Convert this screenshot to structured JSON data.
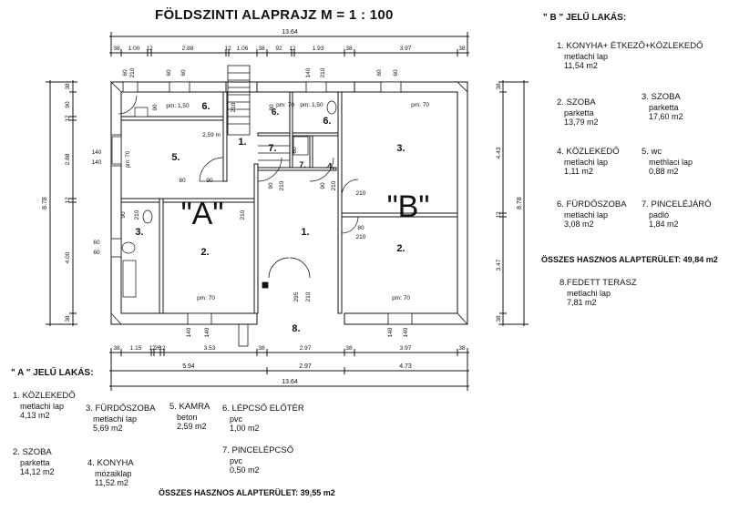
{
  "title": "FÖLDSZINTI ALAPRAJZ M = 1 : 100",
  "apt_a": {
    "heading": "\" A \" JELŰ LAKÁS:",
    "rooms": [
      {
        "name": "1. KÖZLEKEDŐ",
        "floor": "metlachi lap",
        "area": "4,13 m2"
      },
      {
        "name": "2. SZOBA",
        "floor": "parketta",
        "area": "14,12 m2"
      },
      {
        "name": "3. FÜRDŐSZOBA",
        "floor": "metlachi lap",
        "area": "5,69 m2"
      },
      {
        "name": "4. KONYHA",
        "floor": "mózaiklap",
        "area": "11,52 m2"
      },
      {
        "name": "5. KAMRA",
        "floor": "beton",
        "area": "2,59 m2"
      },
      {
        "name": "6. LÉPCSŐ ELŐTÉR",
        "floor": "pvc",
        "area": "1,00 m2"
      },
      {
        "name": "7. PINCELÉPCSŐ",
        "floor": "pvc",
        "area": "0,50 m2"
      }
    ],
    "total": "ÖSSZES HASZNOS ALAPTERÜLET: 39,55 m2"
  },
  "apt_b": {
    "heading": "\" B \" JELŰ LAKÁS:",
    "rooms": [
      {
        "name": "1. KONYHA+ ÉTKEZŐ+KÖZLEKEDŐ",
        "floor": "metlachi lap",
        "area": "11,54 m2"
      },
      {
        "name": "2. SZOBA",
        "floor": "parketta",
        "area": "13,79 m2"
      },
      {
        "name": "3. SZOBA",
        "floor": "parketta",
        "area": "17,60 m2"
      },
      {
        "name": "4. KÖZLEKEDŐ",
        "floor": "metlachi lap",
        "area": "1,11 m2"
      },
      {
        "name": "5. wc",
        "floor": "methlaci lap",
        "area": "0,88 m2"
      },
      {
        "name": "6. FÜRDŐSZOBA",
        "floor": "metlachi lap",
        "area": "3,08 m2"
      },
      {
        "name": "7. PINCELÉJÁRÓ",
        "floor": "padló",
        "area": "1,84 m2"
      }
    ],
    "total": "ÖSSZES HASZNOS ALAPTERÜLET: 49,84 m2",
    "terrace": {
      "name": "8.FEDETT TERASZ",
      "floor": "metlachi lap",
      "area": "7,81 m2"
    }
  },
  "plan": {
    "apt_labels": [
      "\"A\"",
      "\"B\""
    ],
    "room_numbers": [
      "1.",
      "2.",
      "3.",
      "4.",
      "5.",
      "6.",
      "7.",
      "8."
    ],
    "top_dims": [
      "38",
      "1.00",
      "12",
      "2.88",
      "12",
      "1.06",
      "38",
      "92",
      "12",
      "1.93",
      "38",
      "3.97",
      "38"
    ],
    "overall": "13.64",
    "bottom_dims": [
      "38",
      "1.15",
      "12",
      "26",
      "12",
      "3.53",
      "38",
      "2.97",
      "38",
      "3.97",
      "38"
    ],
    "bottom_groups": [
      "5.94",
      "2.97",
      "4.73"
    ],
    "left_dims": [
      "38",
      "90",
      "12",
      "2.88",
      "12",
      "4.00",
      "38"
    ],
    "right_dims": [
      "38",
      "4.43",
      "12",
      "3.47",
      "38"
    ],
    "height_total": "8.78",
    "window_dims": [
      "60",
      "210",
      "60",
      "60",
      "140",
      "210",
      "60",
      "60",
      "140",
      "210",
      "140",
      "140",
      "60",
      "60",
      "140",
      "140"
    ],
    "door_dims": [
      "90",
      "210",
      "80",
      "80",
      "90",
      "210",
      "60",
      "210",
      "80",
      "210",
      "90",
      "90"
    ],
    "pm_labels": [
      "pm: 1,50",
      "pm: 70",
      "pm: 70",
      "pm: 70",
      "pm: 70",
      "pm: 1,50"
    ],
    "heights": [
      "2,59 m"
    ]
  }
}
